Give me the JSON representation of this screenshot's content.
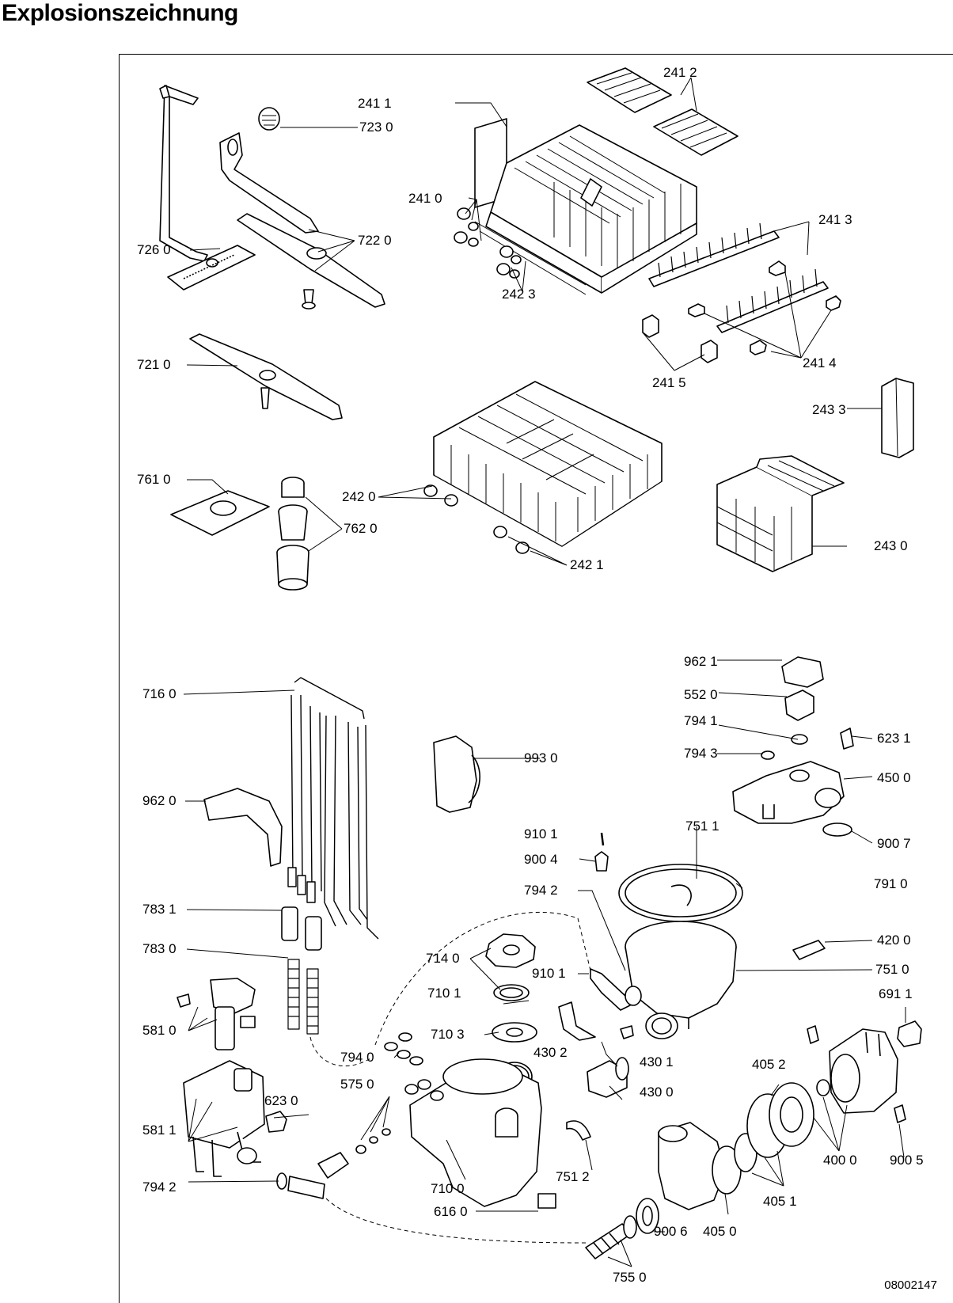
{
  "title": "Explosionszeichnung",
  "document_number": "08002147",
  "part_labels": {
    "p2411": "241 1",
    "p2412": "241 2",
    "p7230": "723 0",
    "p2410": "241 0",
    "p7220": "722 0",
    "p7260": "726 0",
    "p2413": "241 3",
    "p2423": "242 3",
    "p2414": "241 4",
    "p7210": "721 0",
    "p2415": "241 5",
    "p2433": "243 3",
    "p7610": "761 0",
    "p2420": "242 0",
    "p7620": "762 0",
    "p2430": "243 0",
    "p2421": "242 1",
    "p9621": "962 1",
    "p7160": "716 0",
    "p5520": "552 0",
    "p7941": "794 1",
    "p6231": "623 1",
    "p9930": "993 0",
    "p7943": "794 3",
    "p4500": "450 0",
    "p9620": "962 0",
    "p7511": "751 1",
    "p9101a": "910 1",
    "p9007": "900 7",
    "p9004": "900 4",
    "p7910": "791 0",
    "p7942a": "794 2",
    "p7831": "783 1",
    "p4200": "420 0",
    "p7830": "783 0",
    "p7140": "714 0",
    "p7510": "751 0",
    "p9101b": "910 1",
    "p6911": "691 1",
    "p7101": "710 1",
    "p5810": "581 0",
    "p7103": "710 3",
    "p4302": "430 2",
    "p4301": "430 1",
    "p7940": "794 0",
    "p4052": "405 2",
    "p5750": "575 0",
    "p4300": "430 0",
    "p6230": "623 0",
    "p5811": "581 1",
    "p7512": "751 2",
    "p4000": "400 0",
    "p9005": "900 5",
    "p7100": "710 0",
    "p4051": "405 1",
    "p7942b": "794 2",
    "p6160": "616 0",
    "p4050": "405 0",
    "p9006": "900 6",
    "p7550": "755 0"
  },
  "colors": {
    "line": "#000000",
    "background": "#ffffff",
    "part_fill": "#ffffff",
    "shade": "#cccccc"
  }
}
